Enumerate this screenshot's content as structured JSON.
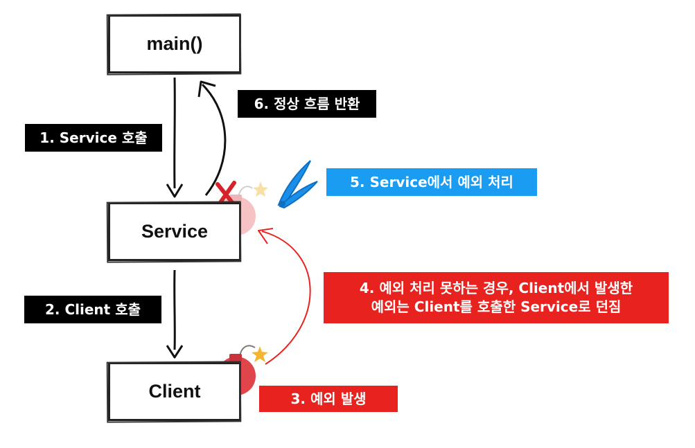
{
  "nodes": {
    "main": "main()",
    "service": "Service",
    "client": "Client"
  },
  "labels": {
    "step1": "1. Service 호출",
    "step2": "2. Client 호출",
    "step3": "3. 예외 발생",
    "step4_line1": "4. 예외 처리 못하는 경우, Client에서 발생한",
    "step4_line2": "예외는 Client를 호출한 Service로 던짐",
    "step5": "5. Service에서 예외 처리",
    "step6": "6. 정상 흐름 반환"
  },
  "colors": {
    "black_label": "#000000",
    "red_label": "#e8231f",
    "blue_label": "#1a9cf3",
    "bomb": "#e0454b",
    "bomb_faded": "#f6c2c4",
    "red_arrow": "#e8231f",
    "x_mark": "#d8222a",
    "spark": "#f5b62f"
  },
  "icons": {
    "bomb_client": "bomb-icon",
    "bomb_service": "faded-bomb-icon",
    "cross": "x-mark-icon",
    "pliers": "pliers-icon",
    "spark": "star-spark-icon"
  }
}
